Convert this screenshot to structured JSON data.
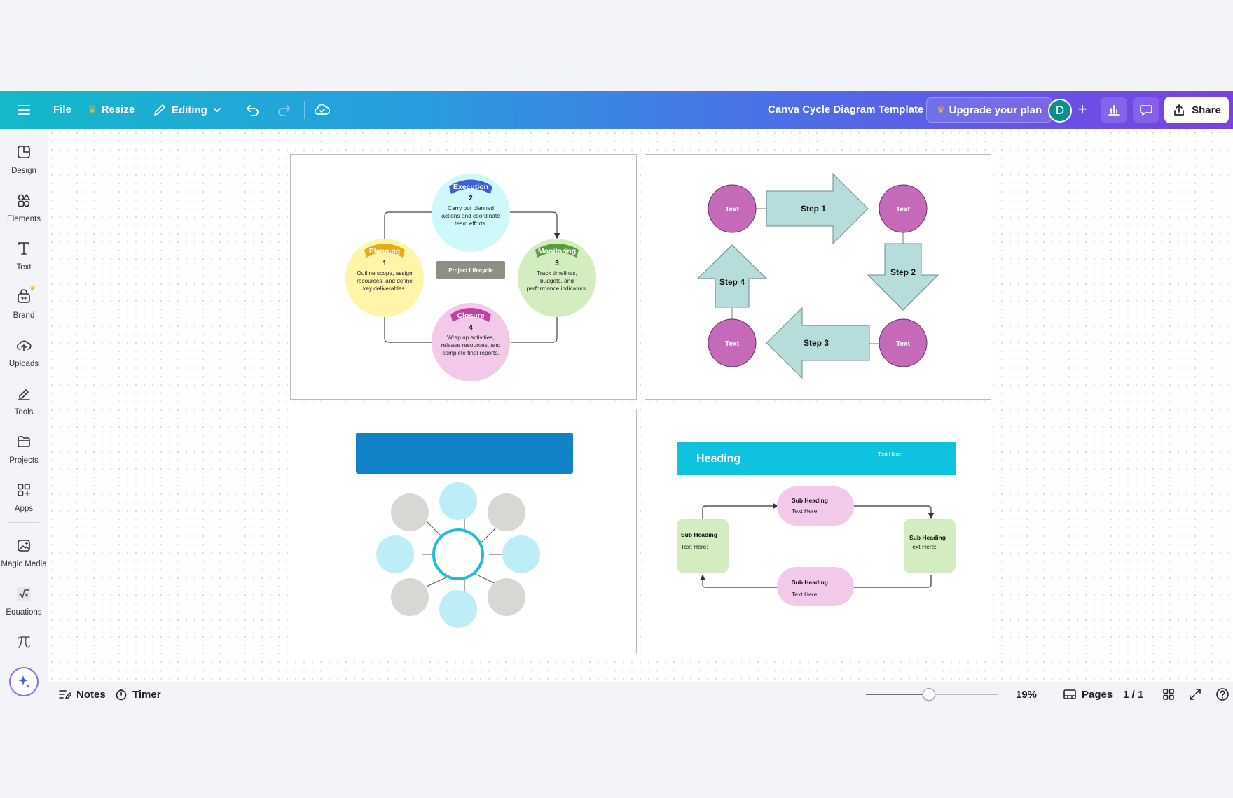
{
  "topbar": {
    "file": "File",
    "resize": "Resize",
    "editing": "Editing",
    "title": "Canva Cycle Diagram Template",
    "upgrade": "Upgrade your plan",
    "avatar_initial": "D",
    "share": "Share"
  },
  "sidebar": {
    "design": "Design",
    "elements": "Elements",
    "text": "Text",
    "brand": "Brand",
    "uploads": "Uploads",
    "tools": "Tools",
    "projects": "Projects",
    "apps": "Apps",
    "magic_media": "Magic Media",
    "equations": "Equations"
  },
  "page1": {
    "center": "Project Lifecycle",
    "planning": {
      "label": "Planning",
      "num": "1",
      "lines": [
        "Outline scope, assign",
        "resources, and define",
        "key deliverables."
      ]
    },
    "execution": {
      "label": "Execution",
      "num": "2",
      "lines": [
        "Carry out planned",
        "actions and coordinate",
        "team efforts."
      ]
    },
    "monitoring": {
      "label": "Monitoring",
      "num": "3",
      "lines": [
        "Track timelines,",
        "budgets, and",
        "performance indicators."
      ]
    },
    "closure": {
      "label": "Closure",
      "num": "4",
      "lines": [
        "Wrap up activities,",
        "release resources, and",
        "complete final reports."
      ]
    }
  },
  "page2": {
    "circle_text": "Text",
    "step1": "Step 1",
    "step2": "Step 2",
    "step3": "Step 3",
    "step4": "Step 4"
  },
  "page4": {
    "heading": "Heading",
    "heading_note": "Text Here:",
    "sub_heading": "Sub Heading",
    "text_here": "Text Here:"
  },
  "bottombar": {
    "notes": "Notes",
    "timer": "Timer",
    "zoom": "19%",
    "zoom_fraction": 0.48,
    "pages": "Pages",
    "page_count": "1 / 1"
  },
  "colors": {
    "accent": "#13b9c9",
    "planning": "#fff5a8",
    "execution": "#cff8fb",
    "monitoring": "#d4edc0",
    "closure": "#f3c9ea",
    "step_circle": "#c56ab9",
    "arrow": "#b7dcdc"
  }
}
